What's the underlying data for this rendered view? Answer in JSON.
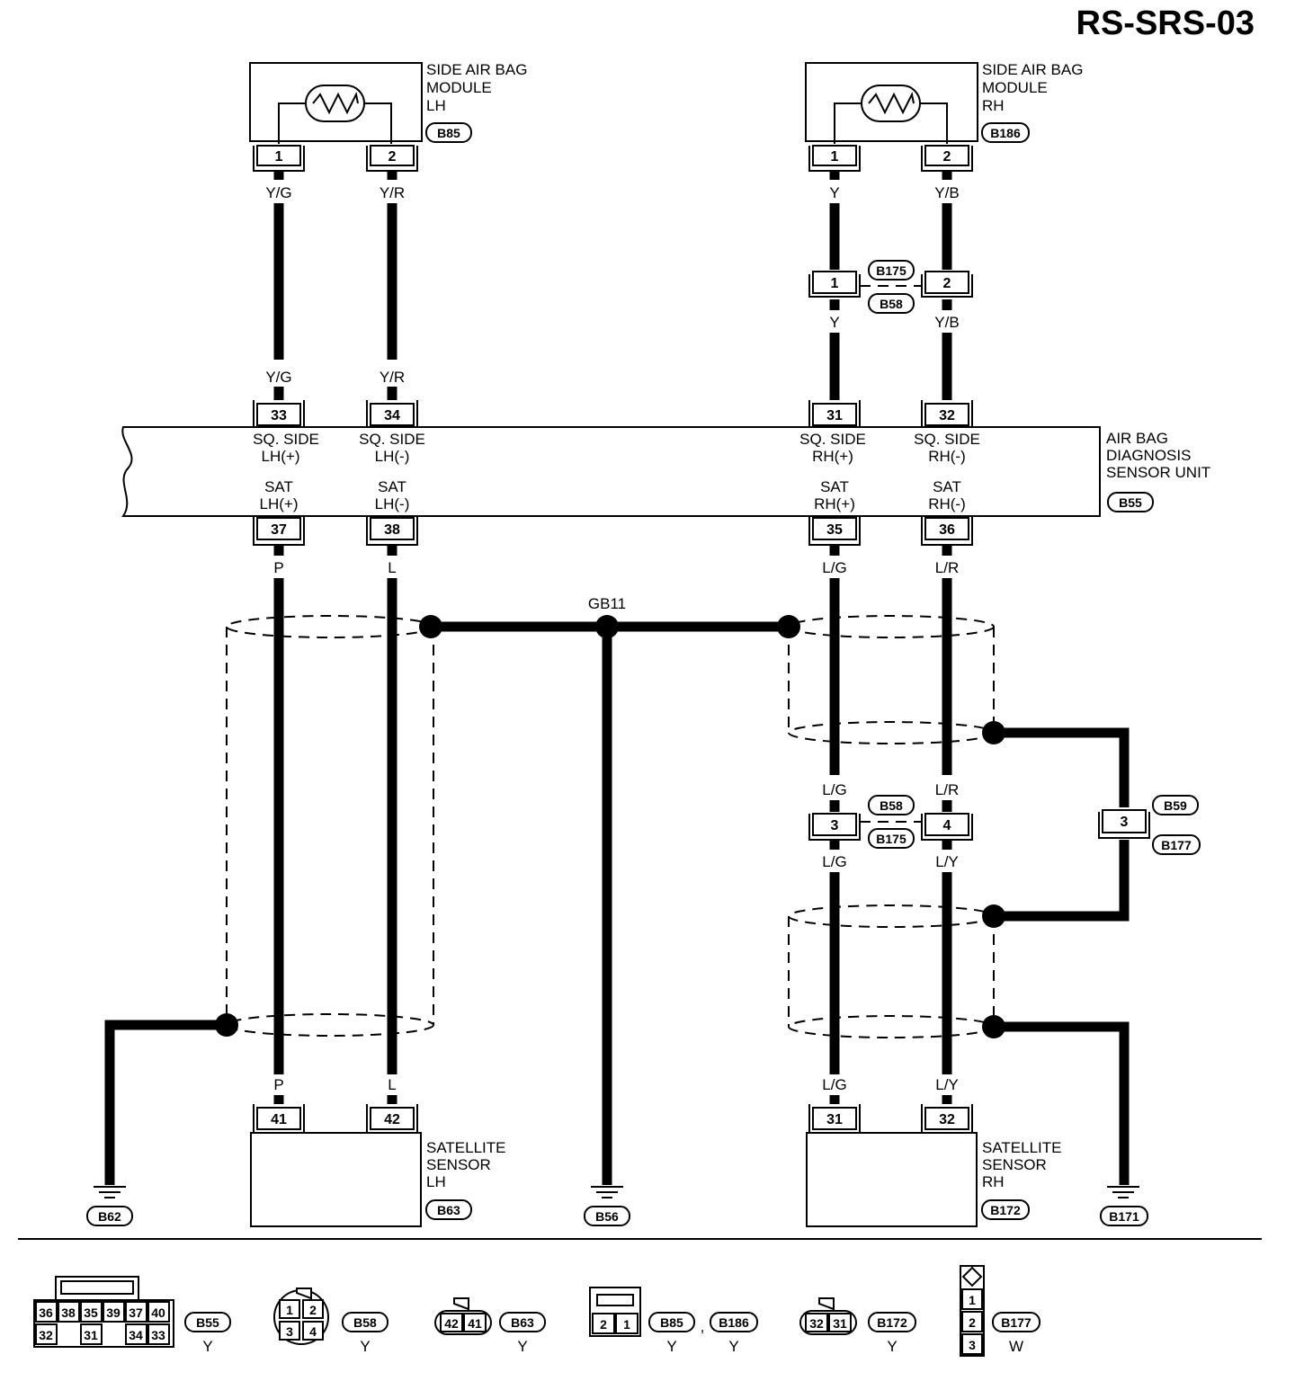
{
  "title": "RS-SRS-03",
  "modules": {
    "lh": {
      "lines": [
        "SIDE AIR BAG",
        "MODULE",
        "LH"
      ],
      "connector": "B85",
      "pin1": "1",
      "pin2": "2"
    },
    "rh": {
      "lines": [
        "SIDE AIR BAG",
        "MODULE",
        "RH"
      ],
      "connector": "B186",
      "pin1": "1",
      "pin2": "2"
    }
  },
  "unit": {
    "lines": [
      "AIR BAG",
      "DIAGNOSIS",
      "SENSOR UNIT"
    ],
    "connector": "B55",
    "sq_lh_plus": [
      "SQ. SIDE",
      "LH(+)"
    ],
    "sq_lh_minus": [
      "SQ. SIDE",
      "LH(-)"
    ],
    "sq_rh_plus": [
      "SQ. SIDE",
      "RH(+)"
    ],
    "sq_rh_minus": [
      "SQ. SIDE",
      "RH(-)"
    ],
    "sat_lh_plus": [
      "SAT",
      "LH(+)"
    ],
    "sat_lh_minus": [
      "SAT",
      "LH(-)"
    ],
    "sat_rh_plus": [
      "SAT",
      "RH(+)"
    ],
    "sat_rh_minus": [
      "SAT",
      "RH(-)"
    ],
    "pins_top": [
      "33",
      "34",
      "31",
      "32"
    ],
    "pins_bottom": [
      "37",
      "38",
      "35",
      "36"
    ]
  },
  "wires": {
    "yg": "Y/G",
    "yr": "Y/R",
    "y": "Y",
    "yb": "Y/B",
    "p": "P",
    "l": "L",
    "lg": "L/G",
    "lr": "L/R",
    "ly": "L/Y"
  },
  "inline_connectors": {
    "upper": {
      "a": "B175",
      "b": "B58",
      "pin_left": "1",
      "pin_right": "2"
    },
    "lower": {
      "a": "B58",
      "b": "B175",
      "pin_left": "3",
      "pin_right": "4"
    },
    "shield": {
      "a": "B59",
      "b": "B177",
      "pin": "3"
    }
  },
  "ground_label": "GB11",
  "grounds": [
    "B62",
    "B56",
    "B171"
  ],
  "sensors": {
    "lh": {
      "lines": [
        "SATELLITE",
        "SENSOR",
        "LH"
      ],
      "connector": "B63",
      "pins": [
        "41",
        "42"
      ]
    },
    "rh": {
      "lines": [
        "SATELLITE",
        "SENSOR",
        "RH"
      ],
      "connector": "B172",
      "pins": [
        "31",
        "32"
      ]
    }
  },
  "legend": {
    "b55": {
      "top": [
        "36",
        "38",
        "35",
        "39",
        "37",
        "40"
      ],
      "bottom": [
        "32",
        "31",
        "34",
        "33"
      ],
      "id": "B55",
      "color": "Y"
    },
    "b58": {
      "pins": [
        "1",
        "2",
        "3",
        "4"
      ],
      "id": "B58",
      "color": "Y"
    },
    "b63": {
      "pins": [
        "42",
        "41"
      ],
      "id": "B63",
      "color": "Y"
    },
    "b85": {
      "pins": [
        "2",
        "1"
      ],
      "id1": "B85",
      "sep": ",",
      "id2": "B186",
      "color1": "Y",
      "color2": "Y"
    },
    "b172": {
      "pins": [
        "32",
        "31"
      ],
      "id": "B172",
      "color": "Y"
    },
    "b177": {
      "pins": [
        "1",
        "2",
        "3"
      ],
      "id": "B177",
      "color": "W"
    }
  }
}
